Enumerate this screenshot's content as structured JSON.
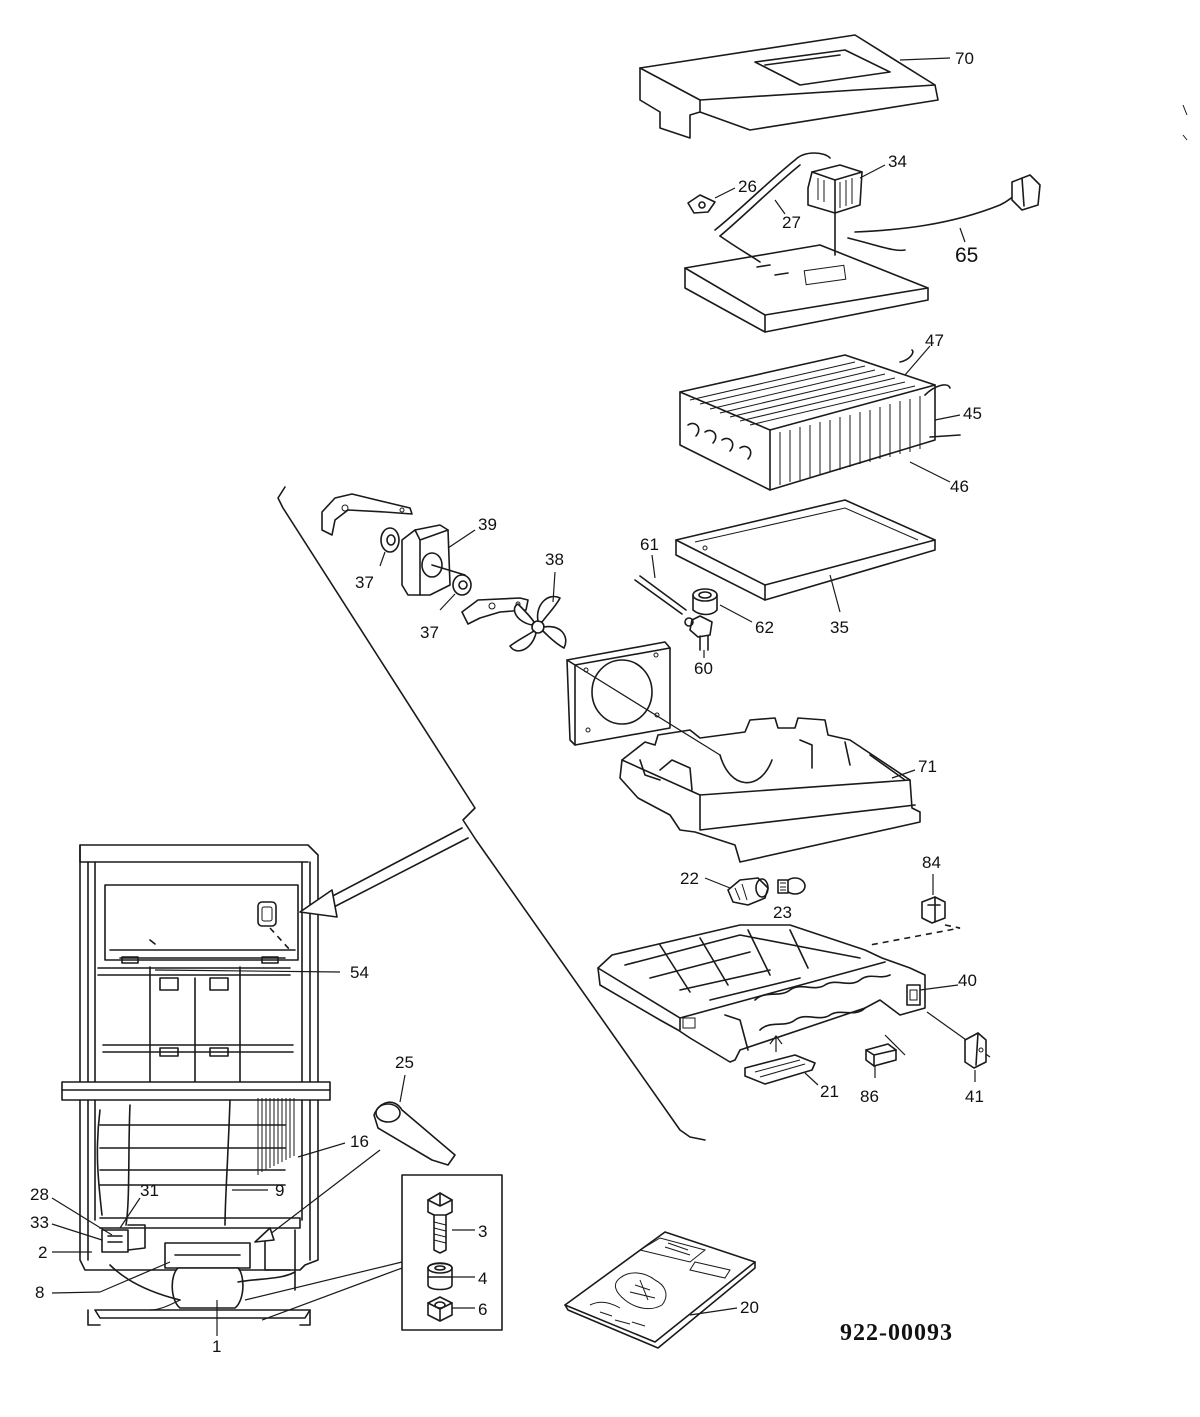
{
  "diagram": {
    "document_number": "922-00093",
    "callouts": {
      "c70": "70",
      "c34": "34",
      "c26": "26",
      "c27": "27",
      "c65": "65",
      "c47": "47",
      "c45": "45",
      "c46": "46",
      "c39": "39",
      "c37a": "37",
      "c37b": "37",
      "c38": "38",
      "c61": "61",
      "c62": "62",
      "c35": "35",
      "c60": "60",
      "c71": "71",
      "c84": "84",
      "c22": "22",
      "c23": "23",
      "c40": "40",
      "c86": "86",
      "c41": "41",
      "c21": "21",
      "c54": "54",
      "c25": "25",
      "c16": "16",
      "c9": "9",
      "c28": "28",
      "c31": "31",
      "c33": "33",
      "c2": "2",
      "c8": "8",
      "c1": "1",
      "c3": "3",
      "c4": "4",
      "c6": "6",
      "c20": "20"
    }
  }
}
